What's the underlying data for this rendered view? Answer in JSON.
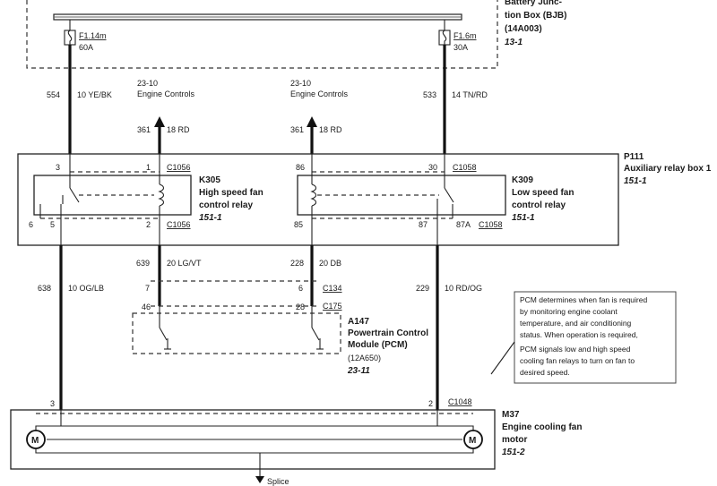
{
  "bjb": {
    "title_line1": "Battery Junc-",
    "title_line2": "tion Box (BJB)",
    "part": "(14A003)",
    "ref": "13-1"
  },
  "fuses": [
    {
      "id": "F1.14m",
      "rating": "60A"
    },
    {
      "id": "F1.6m",
      "rating": "30A"
    }
  ],
  "engine_controls": [
    {
      "ref": "23-10",
      "label": "Engine Controls"
    },
    {
      "ref": "23-10",
      "label": "Engine Controls"
    }
  ],
  "wires": {
    "w554": {
      "circuit": "554",
      "spec": "10 YE/BK"
    },
    "w533": {
      "circuit": "533",
      "spec": "14 TN/RD"
    },
    "w361a": {
      "circuit": "361",
      "spec": "18 RD"
    },
    "w361b": {
      "circuit": "361",
      "spec": "18 RD"
    },
    "w639": {
      "circuit": "639",
      "spec": "20 LG/VT"
    },
    "w228": {
      "circuit": "228",
      "spec": "20 DB"
    },
    "w638": {
      "circuit": "638",
      "spec": "10 OG/LB"
    },
    "w229": {
      "circuit": "229",
      "spec": "10 RD/OG"
    }
  },
  "relay_box": {
    "id": "P111",
    "name": "Auxiliary relay box 1",
    "ref": "151-1"
  },
  "relays": {
    "k305": {
      "id": "K305",
      "line1": "High speed fan",
      "line2": "control relay",
      "ref": "151-1"
    },
    "k309": {
      "id": "K309",
      "line1": "Low speed fan",
      "line2": "control relay",
      "ref": "151-1"
    }
  },
  "pins": {
    "p3": "3",
    "p1": "1",
    "p6": "6",
    "p5": "5",
    "p2": "2",
    "p86": "86",
    "p30": "30",
    "p85": "85",
    "p87": "87",
    "p87a": "87A",
    "p7": "7",
    "p6b": "6",
    "p46": "46",
    "p28": "28",
    "p3m": "3",
    "p2m": "2"
  },
  "connectors": {
    "c1056a": "C1056",
    "c1056b": "C1056",
    "c1058a": "C1058",
    "c1058b": "C1058",
    "c134": "C134",
    "c175": "C175",
    "c1048": "C1048"
  },
  "pcm": {
    "id": "A147",
    "line1": "Powertrain Control",
    "line2": "Module (PCM)",
    "part": "(12A650)",
    "ref": "23-11"
  },
  "note": {
    "lines": [
      "PCM determines when fan is required",
      "by monitoring engine coolant",
      "temperature, and air conditioning",
      "status.  When operation is required,",
      "PCM signals low and high speed",
      "cooling fan relays to turn on fan to",
      "desired speed."
    ]
  },
  "motor": {
    "id": "M37",
    "line1": "Engine cooling fan",
    "line2": "motor",
    "ref": "151-2",
    "symbol": "M"
  },
  "ground_label": "Splice"
}
